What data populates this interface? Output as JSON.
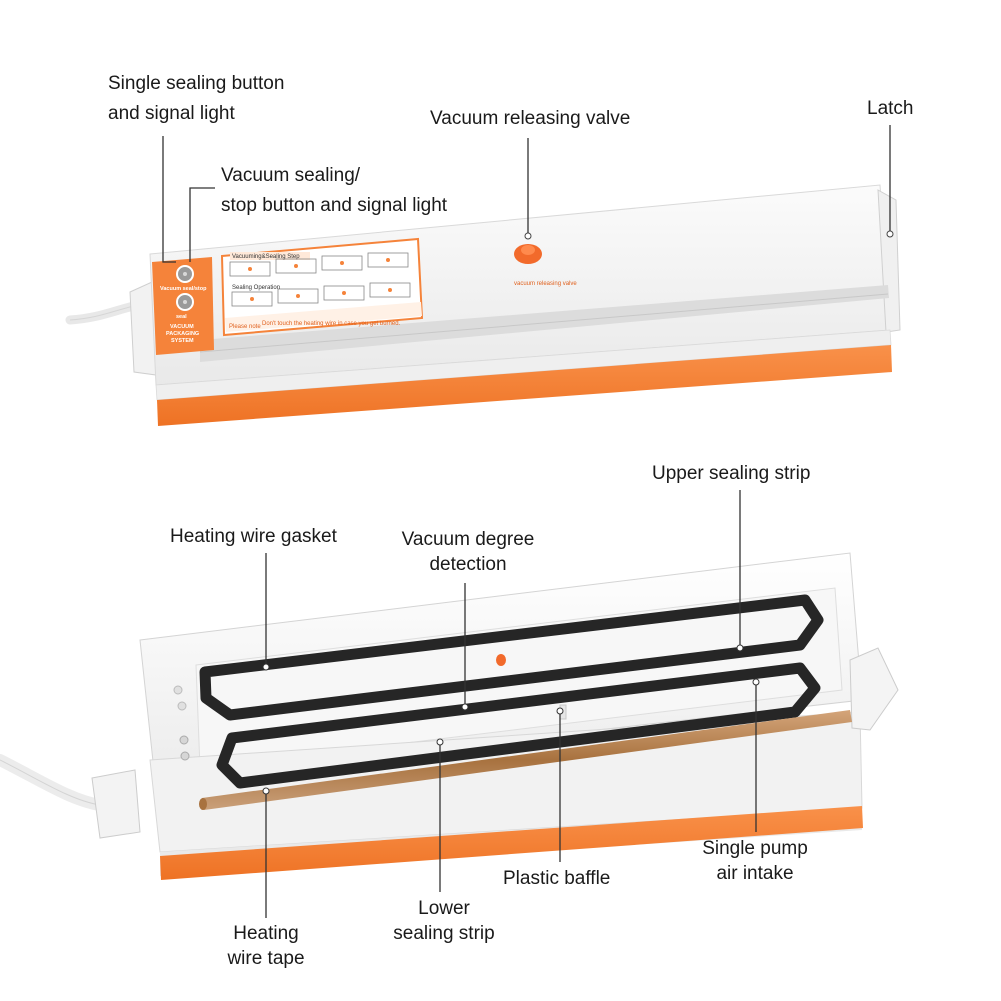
{
  "top_device": {
    "labels": {
      "single_sealing_line1": "Single sealing button",
      "single_sealing_line2": "and signal light",
      "vacuum_sealing_line1": "Vacuum sealing/",
      "vacuum_sealing_line2": "stop button and signal light",
      "releasing_valve": "Vacuum releasing valve",
      "latch": "Latch"
    },
    "panel_text": {
      "button1": "Vacuum seal/stop",
      "button2": "seal",
      "brand_line1": "VACUUM",
      "brand_line2": "PACKAGING",
      "brand_line3": "SYSTEM",
      "step1": "Vacuuming&Sealing Step",
      "step2": "Sealing Operation",
      "warning_tag": "Please note",
      "warning": "Don't touch the heating wire in case you get burned.",
      "valve_caption": "vacuum releasing valve"
    }
  },
  "bottom_device": {
    "labels": {
      "upper_sealing_strip": "Upper sealing strip",
      "heating_wire_gasket": "Heating wire gasket",
      "vacuum_degree_line1": "Vacuum degree",
      "vacuum_degree_line2": "detection",
      "single_pump_line1": "Single pump",
      "single_pump_line2": "air intake",
      "plastic_baffle": "Plastic baffle",
      "lower_sealing_line1": "Lower",
      "lower_sealing_line2": "sealing strip",
      "heating_tape_line1": "Heating",
      "heating_tape_line2": "wire tape"
    }
  },
  "colors": {
    "accent_orange": "#f5833a",
    "body_white": "#f4f4f4",
    "gasket_black": "#262626",
    "copper": "#b7855a"
  }
}
